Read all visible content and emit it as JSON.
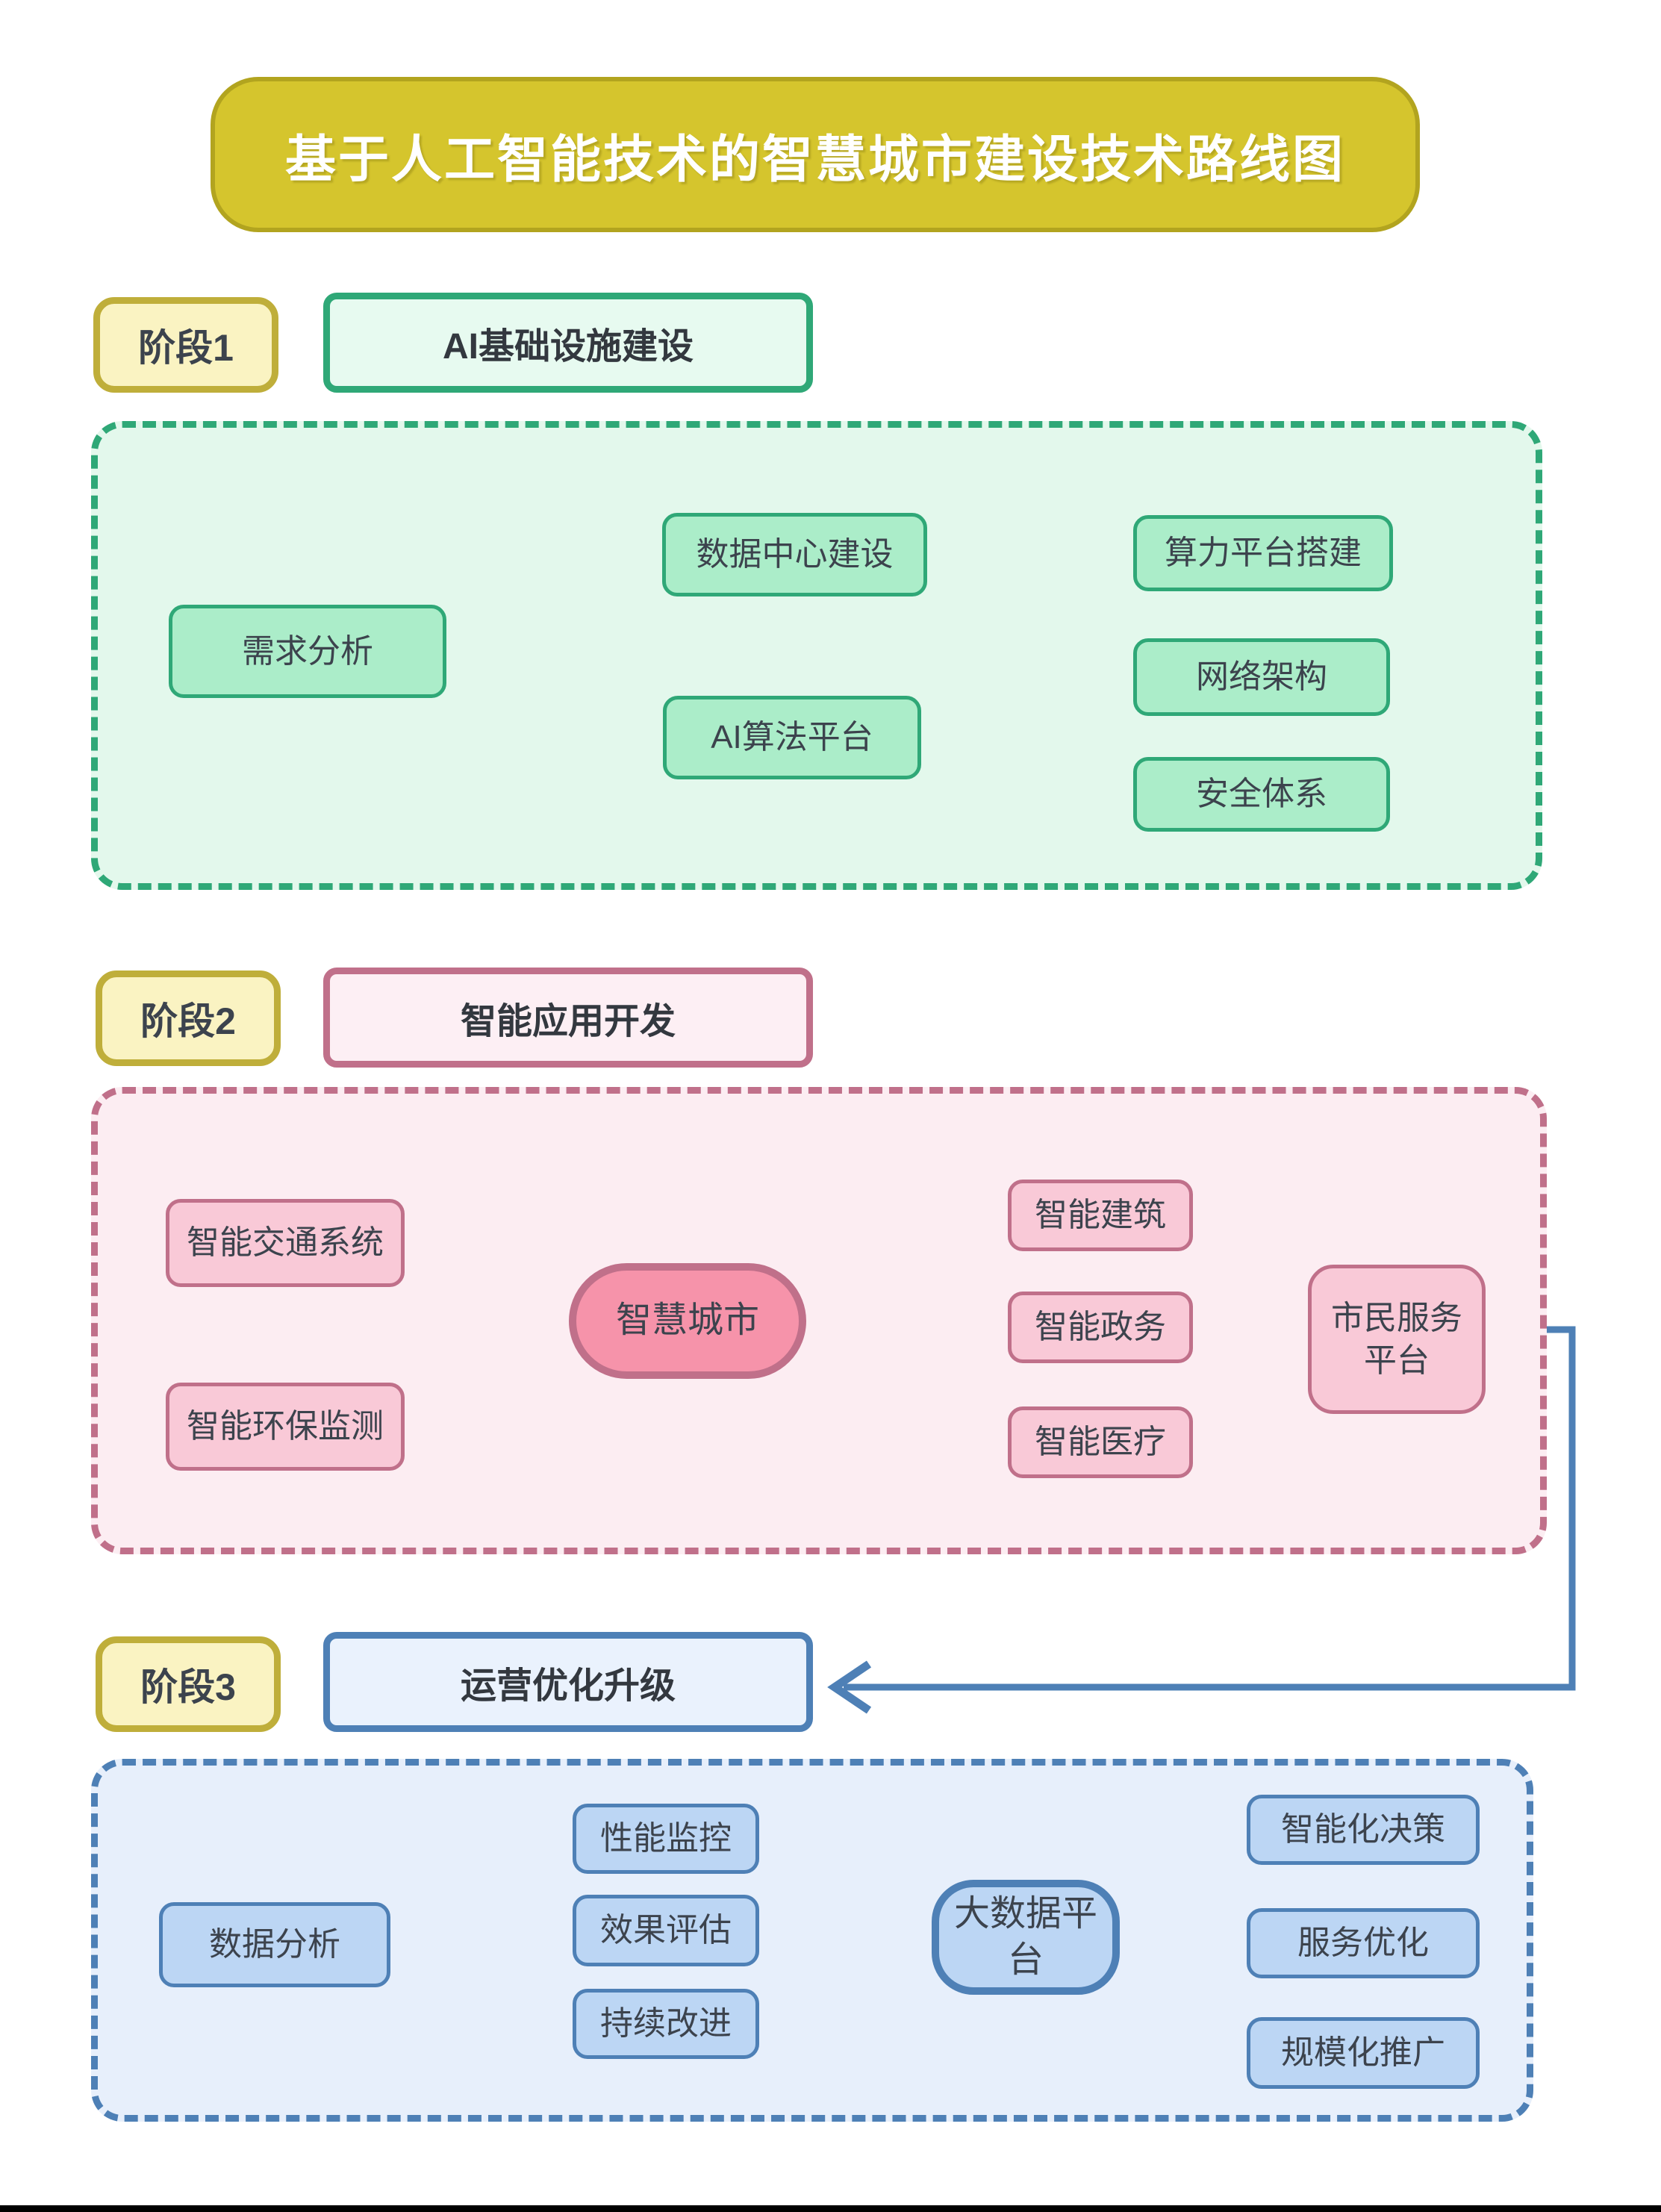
{
  "title": "基于人工智能技术的智慧城市建设技术路线图",
  "colors": {
    "banner_fill": "#D5C52D",
    "banner_border": "#B2A41F",
    "banner_text": "#FFFFFF",
    "stage_label_fill": "#FAF3C2",
    "stage_label_border": "#BFAE3A",
    "green_border": "#2FA877",
    "green_node_fill": "#ABEDC9",
    "green_container_fill": "#E3F8EC",
    "green_title_fill": "#E7FAF0",
    "pink_border": "#C0708A",
    "pink_node_fill": "#F9C9D7",
    "pink_container_fill": "#FCEDF2",
    "pink_title_fill": "#FDEFF4",
    "pink_center_fill": "#F693AA",
    "blue_border": "#4E80B6",
    "blue_node_fill": "#BCD6F4",
    "blue_container_fill": "#E7EFFB",
    "blue_title_fill": "#EAF2FD",
    "text_dark": "#3C434D"
  },
  "stages": [
    {
      "label": "阶段1",
      "title": "AI基础设施建设",
      "nodes": {
        "requirement": "需求分析",
        "datacenter": "数据中心建设",
        "computing": "算力平台搭建",
        "algorithm": "AI算法平台",
        "network": "网络架构",
        "security": "安全体系"
      }
    },
    {
      "label": "阶段2",
      "title": "智能应用开发",
      "nodes": {
        "traffic": "智能交通系统",
        "environment": "智能环保监测",
        "city": "智慧城市",
        "building": "智能建筑",
        "government": "智能政务",
        "medical": "智能医疗",
        "citizen": "市民服务平台"
      }
    },
    {
      "label": "阶段3",
      "title": "运营优化升级",
      "nodes": {
        "analysis": "数据分析",
        "monitoring": "性能监控",
        "evaluation": "效果评估",
        "improvement": "持续改进",
        "bigdata": "大数据平台",
        "decision": "智能化决策",
        "service": "服务优化",
        "promotion": "规模化推广"
      }
    }
  ]
}
